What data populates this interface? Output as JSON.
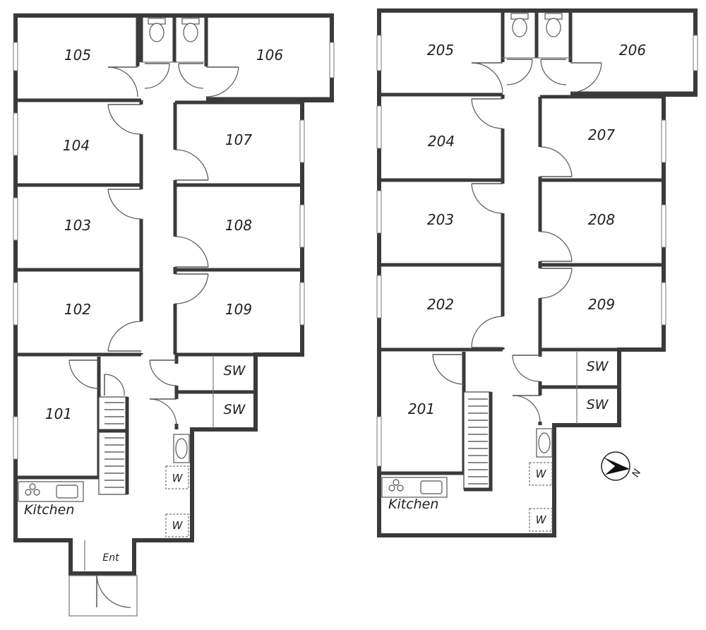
{
  "floor1": {
    "rooms": [
      "105",
      "106",
      "104",
      "107",
      "103",
      "108",
      "102",
      "109",
      "101"
    ],
    "sw_top": "SW",
    "sw_bottom": "SW",
    "kitchen": "Kitchen",
    "w_upper": "W",
    "w_lower": "W",
    "entrance": "Ent"
  },
  "floor2": {
    "rooms": [
      "205",
      "206",
      "204",
      "207",
      "203",
      "208",
      "202",
      "209",
      "201"
    ],
    "sw_top": "SW",
    "sw_bottom": "SW",
    "kitchen": "Kitchen",
    "w_upper": "W",
    "w_lower": "W"
  },
  "compass": {
    "direction": "N",
    "icon": "compass-icon"
  }
}
